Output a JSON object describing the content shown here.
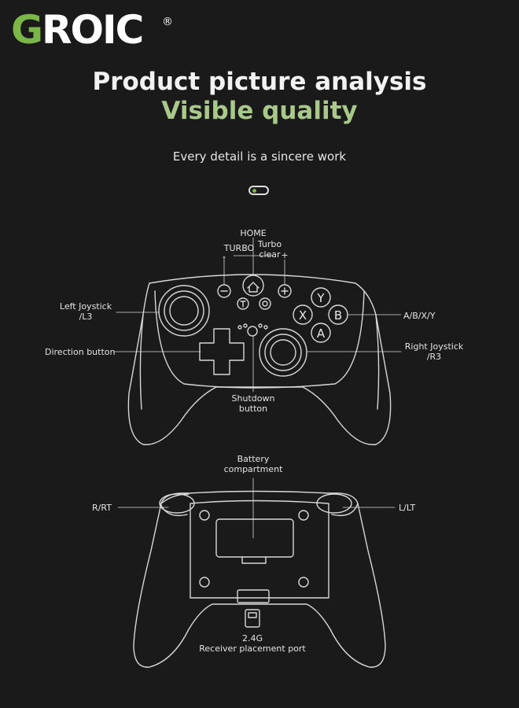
{
  "brand": {
    "logo_text": "GROIC",
    "registered_mark": "®"
  },
  "header": {
    "title": "Product picture analysis",
    "subtitle": "Visible quality",
    "tagline": "Every detail is a sincere work"
  },
  "front_view": {
    "labels": {
      "home": "HOME",
      "turbo": "TURBO",
      "minus": "-",
      "turbo_clear": "Turbo\nclear",
      "plus": "+",
      "left_joystick": "Left Joystick\n/L3",
      "abxy": "A/B/X/Y",
      "direction": "Direction button",
      "right_joystick": "Right Joystick\n/R3",
      "shutdown": "Shutdown\nbutton"
    },
    "face_buttons": {
      "y": "Y",
      "x": "X",
      "b": "B",
      "a": "A"
    }
  },
  "back_view": {
    "labels": {
      "battery": "Battery\ncompartment",
      "r_rt": "R/RT",
      "l_lt": "L/LT",
      "receiver_band": "2.4G",
      "receiver_port": "Receiver placement port"
    }
  },
  "colors": {
    "background": "#1a1a1a",
    "accent_green": "#7ab648",
    "subtitle_green": "#a8c98a",
    "line": "#d8d8d8"
  }
}
